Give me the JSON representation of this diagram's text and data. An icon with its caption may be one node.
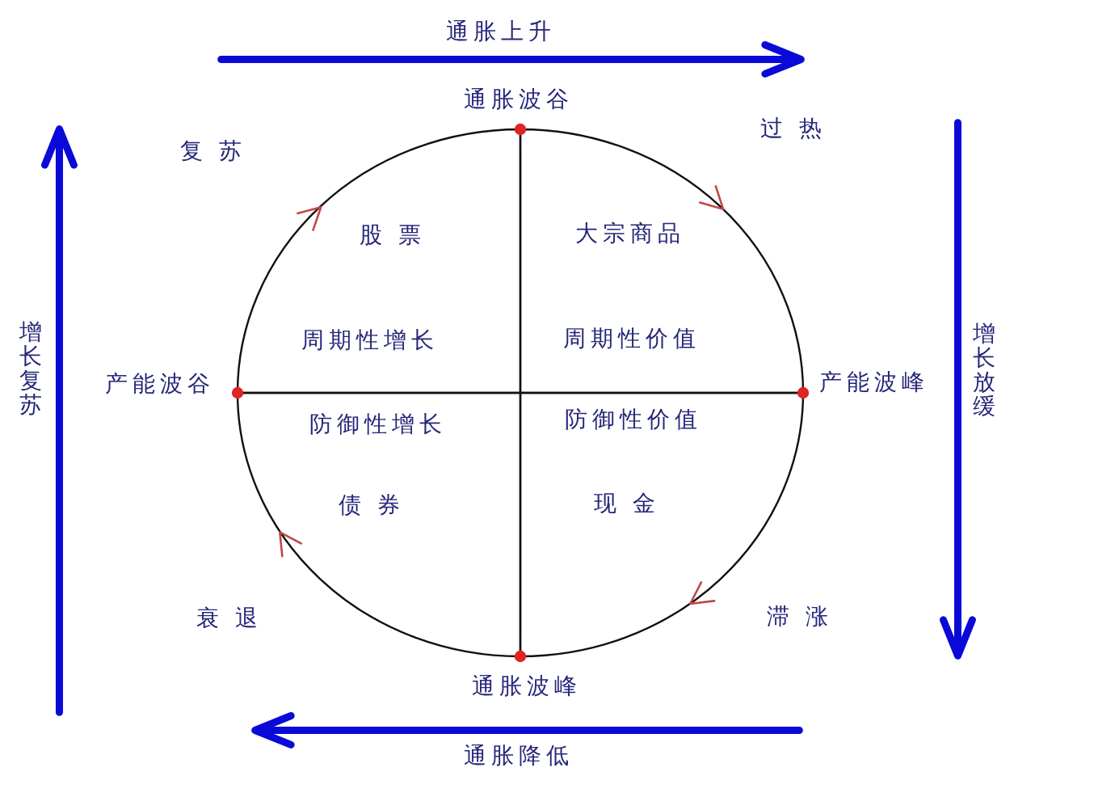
{
  "diagram": {
    "nodes": [
      {
        "text": [
          "股 票",
          "周期性增长"
        ]
      },
      {
        "text": [
          "大宗商品",
          "周期性价值"
        ]
      },
      {
        "text": [
          "防御性增长",
          "债 券"
        ]
      },
      {
        "text": [
          "防御性价值",
          "现 金"
        ]
      }
    ],
    "labels": [
      "通胀上升",
      "通胀波谷",
      "过 热",
      "复 苏",
      "增长复苏",
      "产能波谷",
      "产能波峰",
      "增长放缓",
      "衰 退",
      "滞 涨",
      "通胀波峰",
      "通胀降低"
    ]
  }
}
